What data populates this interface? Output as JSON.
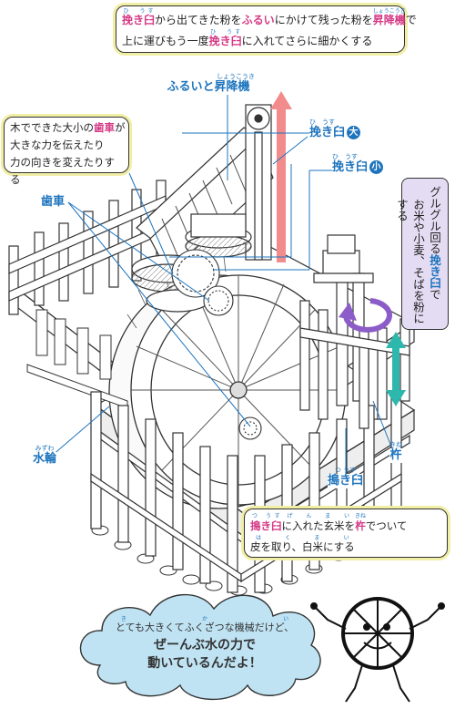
{
  "top_caption": {
    "line1_parts": [
      "挽き臼",
      "から出てきた粉を",
      "ふるい",
      "にかけて残った粉を",
      "昇降機",
      "で"
    ],
    "line2_parts": [
      "上に運びもう一度",
      "挽き臼",
      "に入れてさらに細かくする"
    ],
    "ruby_hiki": [
      "ひ",
      "うす"
    ],
    "ruby_shoukouki": "しょうこうき"
  },
  "label_furui": {
    "text": "ふるいと昇降機",
    "ruby": "しょうこうき"
  },
  "label_hikiusu_large": {
    "text": "挽き臼",
    "ruby_hi": "ひ",
    "ruby_usu": "うす",
    "badge": "大"
  },
  "label_hikiusu_small": {
    "text": "挽き臼",
    "ruby_hi": "ひ",
    "ruby_usu": "うす",
    "badge": "小"
  },
  "gear_box": {
    "parts": [
      "木でできた大小の",
      "歯車",
      "が",
      "大きな力を伝えたり",
      "力の向きを変えたりする"
    ]
  },
  "label_haguruma": {
    "text": "歯車"
  },
  "side_box": {
    "text1": "グルグル回る",
    "text_hi": "挽き臼",
    "text2": "で",
    "text3": "お米や小麦、そばを粉にする"
  },
  "label_suisha": {
    "text": "水輪",
    "ruby": "みずわ"
  },
  "label_kine": {
    "text": "杵",
    "ruby": "きね"
  },
  "label_tsukiusu": {
    "text": "搗き臼",
    "ruby": "つ うす"
  },
  "bottom_box": {
    "line1_parts": [
      "搗き臼",
      "に入れた玄米を",
      "杵",
      "でついて"
    ],
    "line2": "皮を取り、白米にする",
    "ruby_tsukiusu": "つ うす",
    "ruby_genmai": "げんまい",
    "ruby_kine": "きね",
    "ruby_hakumai": "はくまい"
  },
  "cloud": {
    "line1": "とても大きくてふくざつな機械だけど、",
    "line1_ruby": "きかい",
    "line2": "ぜーんぶ水の力で",
    "line3": "動いているんだよ！"
  },
  "colors": {
    "pink": "#d53a86",
    "blue": "#1d74bd",
    "highlight": "#f1eea6",
    "cloud": "#bfe3f3",
    "purple": "#e4dcf3"
  }
}
